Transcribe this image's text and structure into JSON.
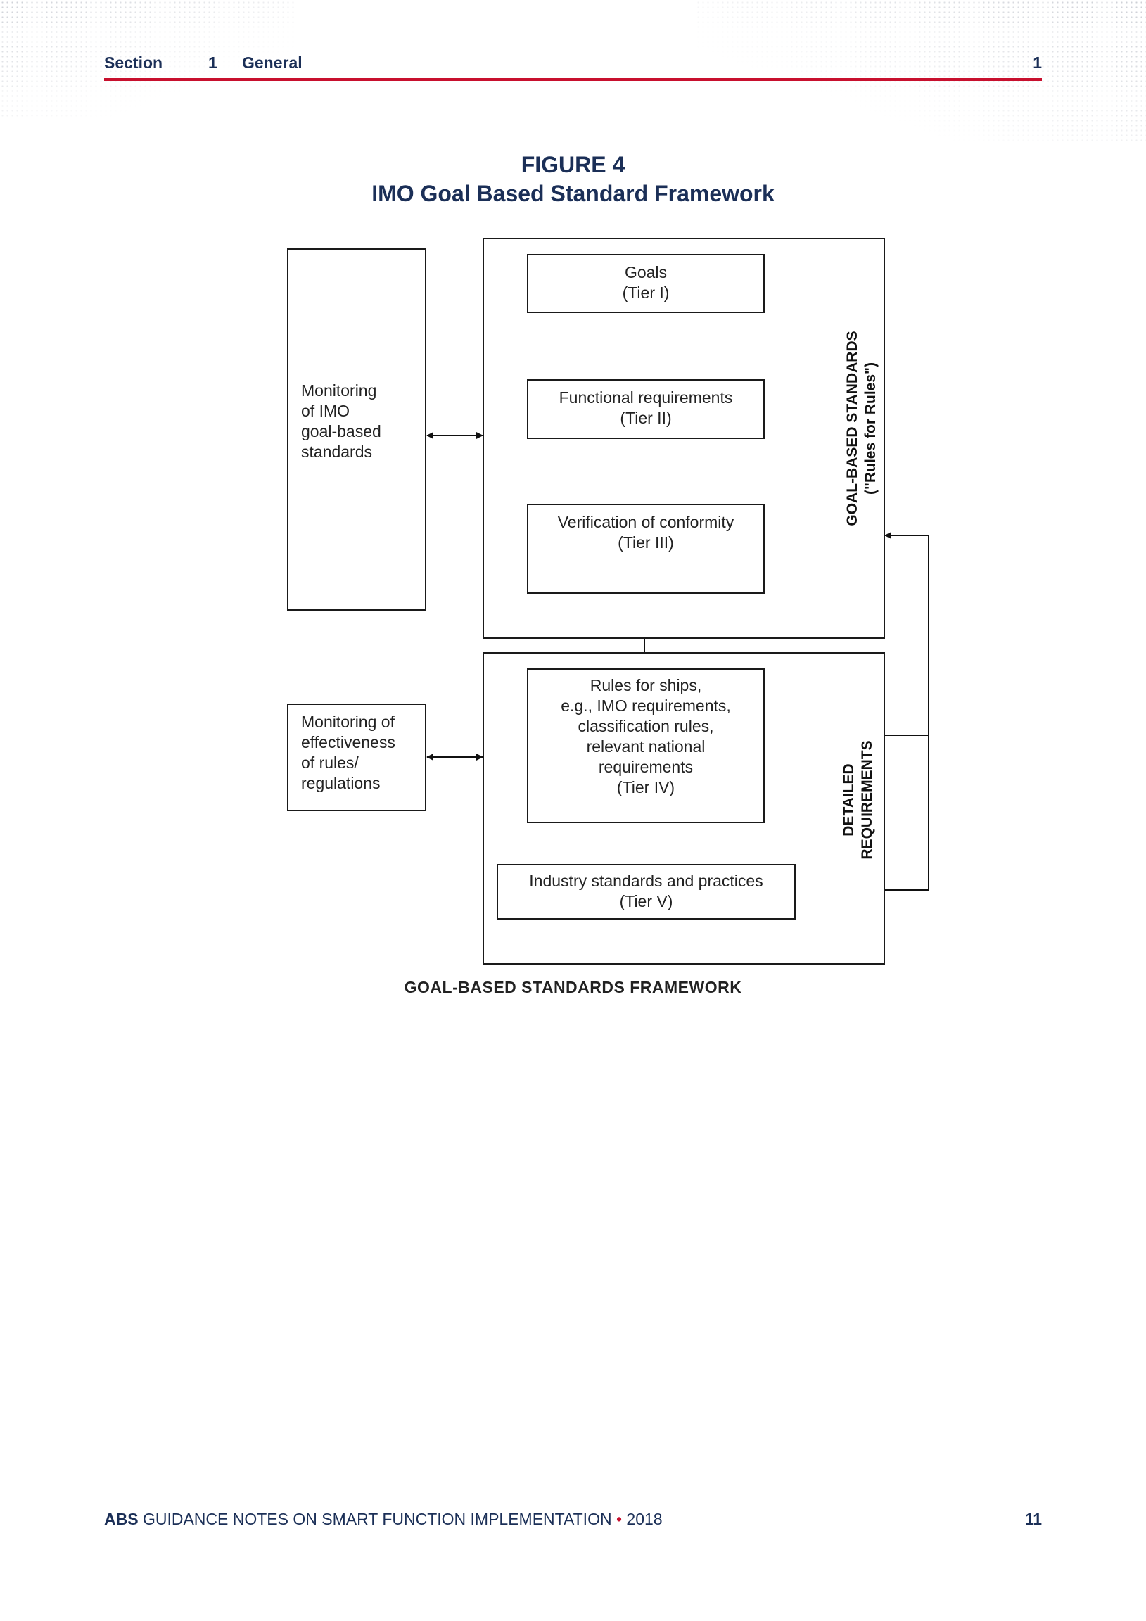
{
  "header": {
    "section_label": "Section",
    "section_number": "1",
    "section_title": "General",
    "chapter_number": "1"
  },
  "figure": {
    "number": "FIGURE 4",
    "title": "IMO Goal Based Standard Framework"
  },
  "diagram": {
    "monitoring_gbs": [
      "Monitoring",
      "of IMO",
      "goal-based",
      "standards"
    ],
    "monitoring_rules": [
      "Monitoring of",
      "effectiveness",
      "of rules/",
      "regulations"
    ],
    "tier1": [
      "Goals",
      "(Tier I)"
    ],
    "tier2": [
      "Functional requirements",
      "(Tier II)"
    ],
    "tier3": [
      "Verification of conformity",
      "(Tier III)"
    ],
    "tier4": [
      "Rules for ships,",
      "e.g., IMO requirements,",
      "classification rules,",
      "relevant national",
      "requirements",
      "(Tier IV)"
    ],
    "tier5": [
      "Industry standards and practices",
      "(Tier V)"
    ],
    "gbs_label": [
      "GOAL-BASED STANDARDS",
      "(\"Rules for Rules\")"
    ],
    "detailed_label": [
      "DETAILED",
      "REQUIREMENTS"
    ],
    "caption": "GOAL-BASED STANDARDS FRAMEWORK"
  },
  "footer": {
    "brand": "ABS",
    "title": "GUIDANCE NOTES ON SMART FUNCTION IMPLEMENTATION",
    "bullet": "•",
    "year": "2018",
    "page": "11"
  }
}
